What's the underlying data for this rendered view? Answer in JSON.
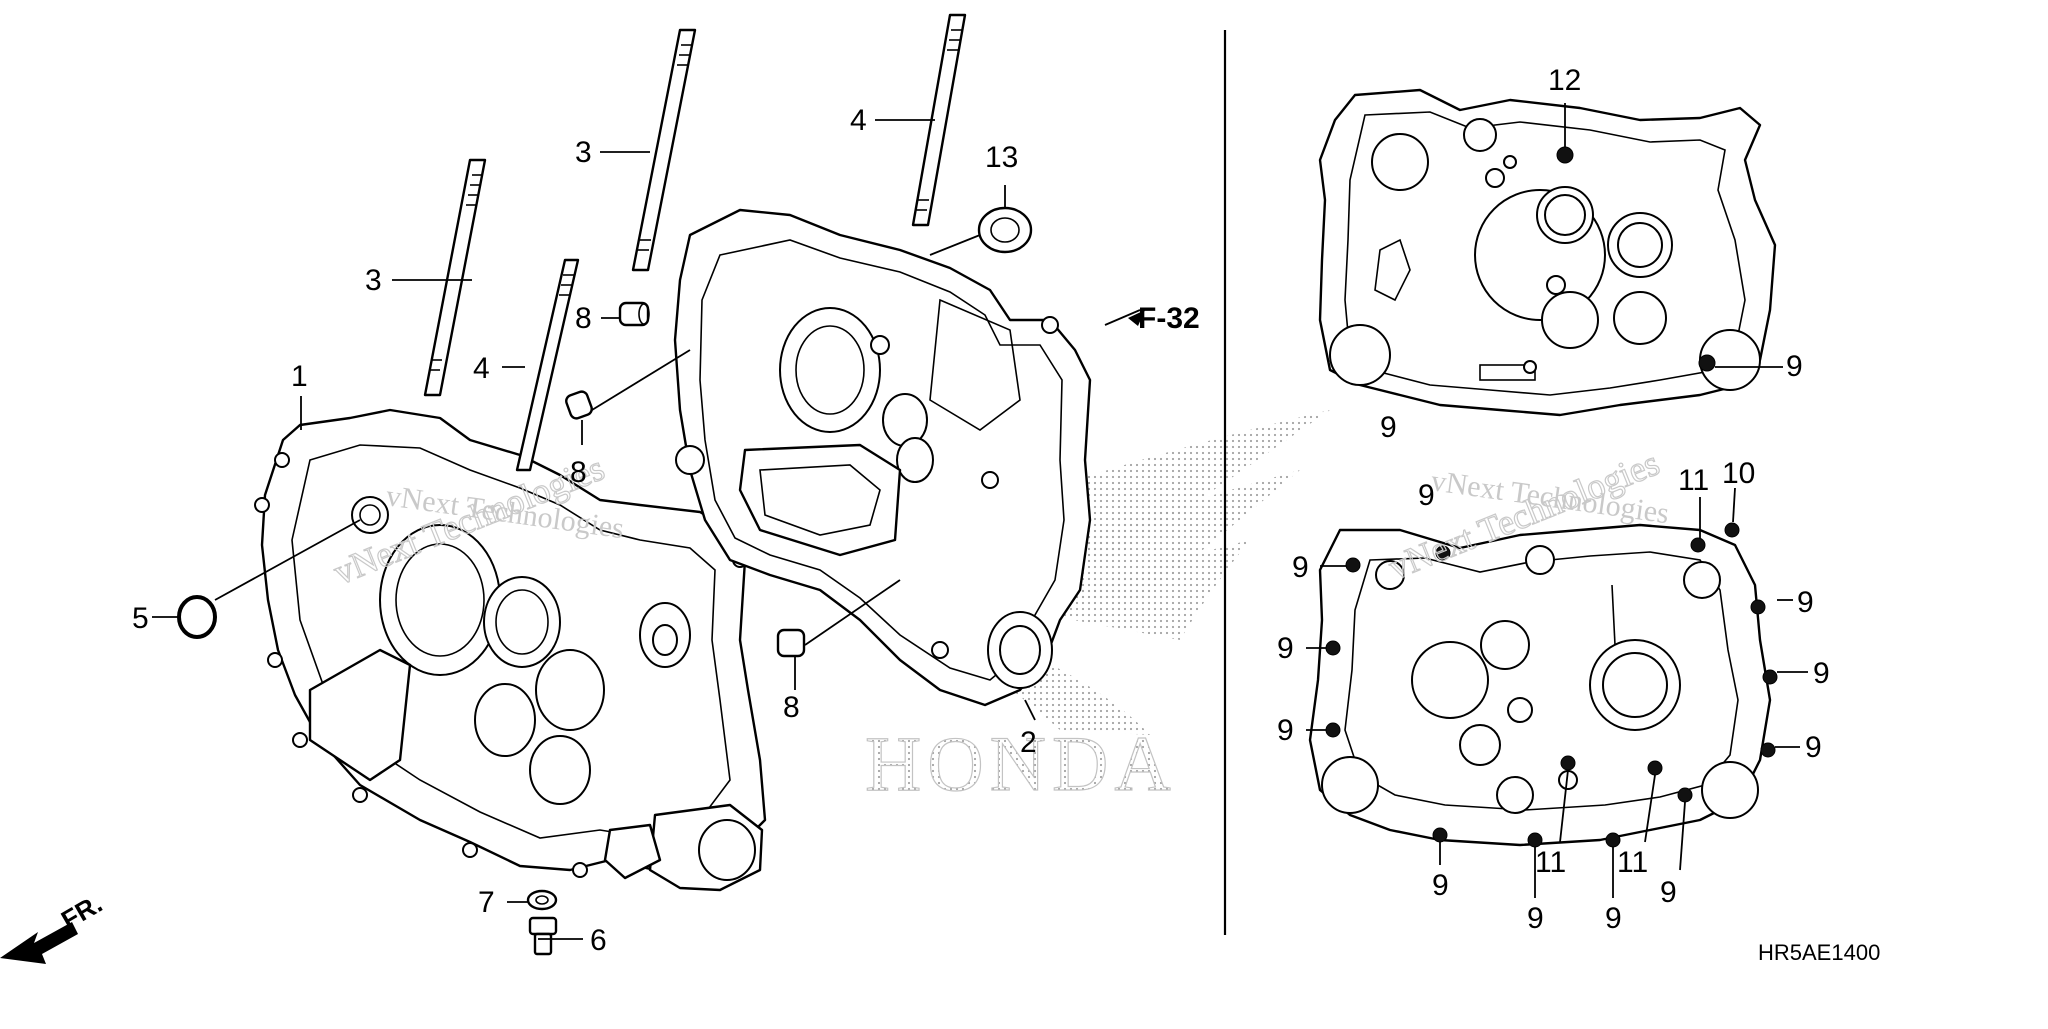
{
  "diagram": {
    "diagram_code": "HR5AE1400",
    "front_label": "FR.",
    "reference_label": "F-32",
    "watermark": {
      "brand": "HONDA",
      "text_a": "vNext Technologies",
      "text_b": "vNext Technologies"
    },
    "callouts": [
      {
        "id": "c1",
        "label": "1"
      },
      {
        "id": "c2",
        "label": "2"
      },
      {
        "id": "c3a",
        "label": "3"
      },
      {
        "id": "c3b",
        "label": "3"
      },
      {
        "id": "c4a",
        "label": "4"
      },
      {
        "id": "c4b",
        "label": "4"
      },
      {
        "id": "c5",
        "label": "5"
      },
      {
        "id": "c6",
        "label": "6"
      },
      {
        "id": "c7",
        "label": "7"
      },
      {
        "id": "c8a",
        "label": "8"
      },
      {
        "id": "c8b",
        "label": "8"
      },
      {
        "id": "c8c",
        "label": "8"
      },
      {
        "id": "c13",
        "label": "13"
      },
      {
        "id": "c12",
        "label": "12"
      },
      {
        "id": "c9a",
        "label": "9"
      },
      {
        "id": "c9b",
        "label": "9"
      },
      {
        "id": "c9c",
        "label": "9"
      },
      {
        "id": "c9d",
        "label": "9"
      },
      {
        "id": "c9e",
        "label": "9"
      },
      {
        "id": "c9f",
        "label": "9"
      },
      {
        "id": "c9g",
        "label": "9"
      },
      {
        "id": "c9h",
        "label": "9"
      },
      {
        "id": "c9i",
        "label": "9"
      },
      {
        "id": "c9j",
        "label": "9"
      },
      {
        "id": "c9k",
        "label": "9"
      },
      {
        "id": "c9l",
        "label": "9"
      },
      {
        "id": "c9m",
        "label": "9"
      },
      {
        "id": "c10",
        "label": "10"
      },
      {
        "id": "c11a",
        "label": "11"
      },
      {
        "id": "c11b",
        "label": "11"
      },
      {
        "id": "c11c",
        "label": "11"
      }
    ]
  }
}
